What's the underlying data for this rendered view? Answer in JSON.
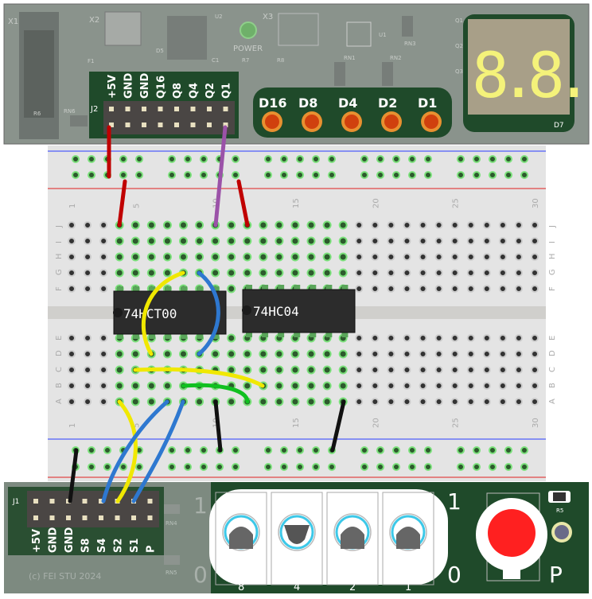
{
  "top_board": {
    "refs": [
      "X1",
      "X2",
      "U2",
      "X3",
      "U1",
      "RN3",
      "Q1",
      "Q2",
      "Q3",
      "F1",
      "D5",
      "C1",
      "R7",
      "R8",
      "RN1",
      "RN2",
      "R6",
      "RN6",
      "D7"
    ],
    "power_label": "POWER",
    "header_ref": "J2",
    "header_pins": [
      "+5V",
      "GND",
      "GND",
      "Q16",
      "Q8",
      "Q4",
      "Q2",
      "Q1"
    ],
    "leds": [
      "D16",
      "D8",
      "D4",
      "D2",
      "D1"
    ],
    "display_digits": "8.8.",
    "colors": {
      "board": "#8a938c",
      "pcb_green": "#1f4a2a",
      "led": "#e04a10",
      "segment": "#f4f27a"
    }
  },
  "breadboard": {
    "column_labels": [
      "1",
      "5",
      "10",
      "15",
      "20",
      "25",
      "30"
    ],
    "row_labels_top": [
      "J",
      "I",
      "H",
      "G",
      "F"
    ],
    "row_labels_bottom": [
      "E",
      "D",
      "C",
      "B",
      "A"
    ],
    "chips": [
      "74HCT00",
      "74HC04"
    ]
  },
  "bottom_board": {
    "header_ref": "J1",
    "header_pins": [
      "+5V",
      "GND",
      "GND",
      "S8",
      "S4",
      "S2",
      "S1",
      "P"
    ],
    "refs": [
      "RN4",
      "RN5",
      "R5"
    ],
    "copyright": "(c) FEI STU 2024",
    "switch_labels": [
      "8",
      "4",
      "2",
      "1"
    ],
    "switch_states": [
      0,
      1,
      0,
      0
    ],
    "side_labels": {
      "on": "1",
      "off": "0",
      "push": "P"
    },
    "colors": {
      "button": "#ff2020",
      "switch_ring": "#3cc8e8"
    }
  }
}
